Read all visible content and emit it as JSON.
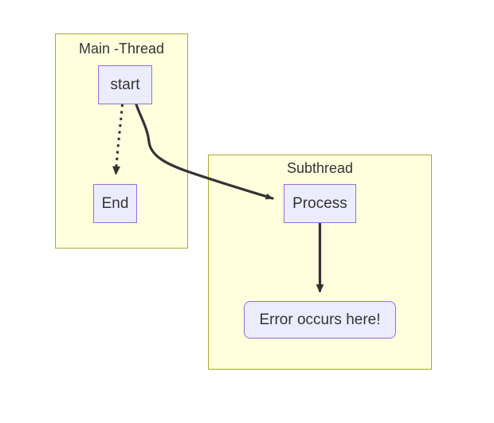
{
  "diagram": {
    "type": "flowchart",
    "background_color": "#ffffff",
    "subgraphs": [
      {
        "id": "main-thread",
        "title": "Main -Thread",
        "fill_color": "#ffffde",
        "stroke_color": "#aaaa33"
      },
      {
        "id": "subthread",
        "title": "Subthread",
        "fill_color": "#ffffde",
        "stroke_color": "#aaaa33"
      }
    ],
    "nodes": [
      {
        "id": "start",
        "label": "start",
        "shape": "rectangle",
        "parent": "main-thread",
        "fill_color": "#ececff",
        "stroke_color": "#9370db"
      },
      {
        "id": "end",
        "label": "End",
        "shape": "rectangle",
        "parent": "main-thread",
        "fill_color": "#ececff",
        "stroke_color": "#9370db"
      },
      {
        "id": "process",
        "label": "Process",
        "shape": "rectangle",
        "parent": "subthread",
        "fill_color": "#ececff",
        "stroke_color": "#9370db"
      },
      {
        "id": "error",
        "label": "Error occurs here!",
        "shape": "rounded-rectangle",
        "parent": "subthread",
        "fill_color": "#ececff",
        "stroke_color": "#9370db"
      }
    ],
    "edges": [
      {
        "id": "start-to-end",
        "from": "start",
        "to": "end",
        "style": "dotted",
        "label": "",
        "stroke_color": "#333333",
        "arrowhead": "filled-triangle"
      },
      {
        "id": "start-to-process",
        "from": "start",
        "to": "process",
        "style": "solid-curved",
        "label": "",
        "stroke_color": "#333333",
        "arrowhead": "filled-triangle"
      },
      {
        "id": "process-to-error",
        "from": "process",
        "to": "error",
        "style": "solid",
        "label": "",
        "stroke_color": "#333333",
        "arrowhead": "filled-triangle"
      }
    ],
    "text_color": "#333333"
  }
}
